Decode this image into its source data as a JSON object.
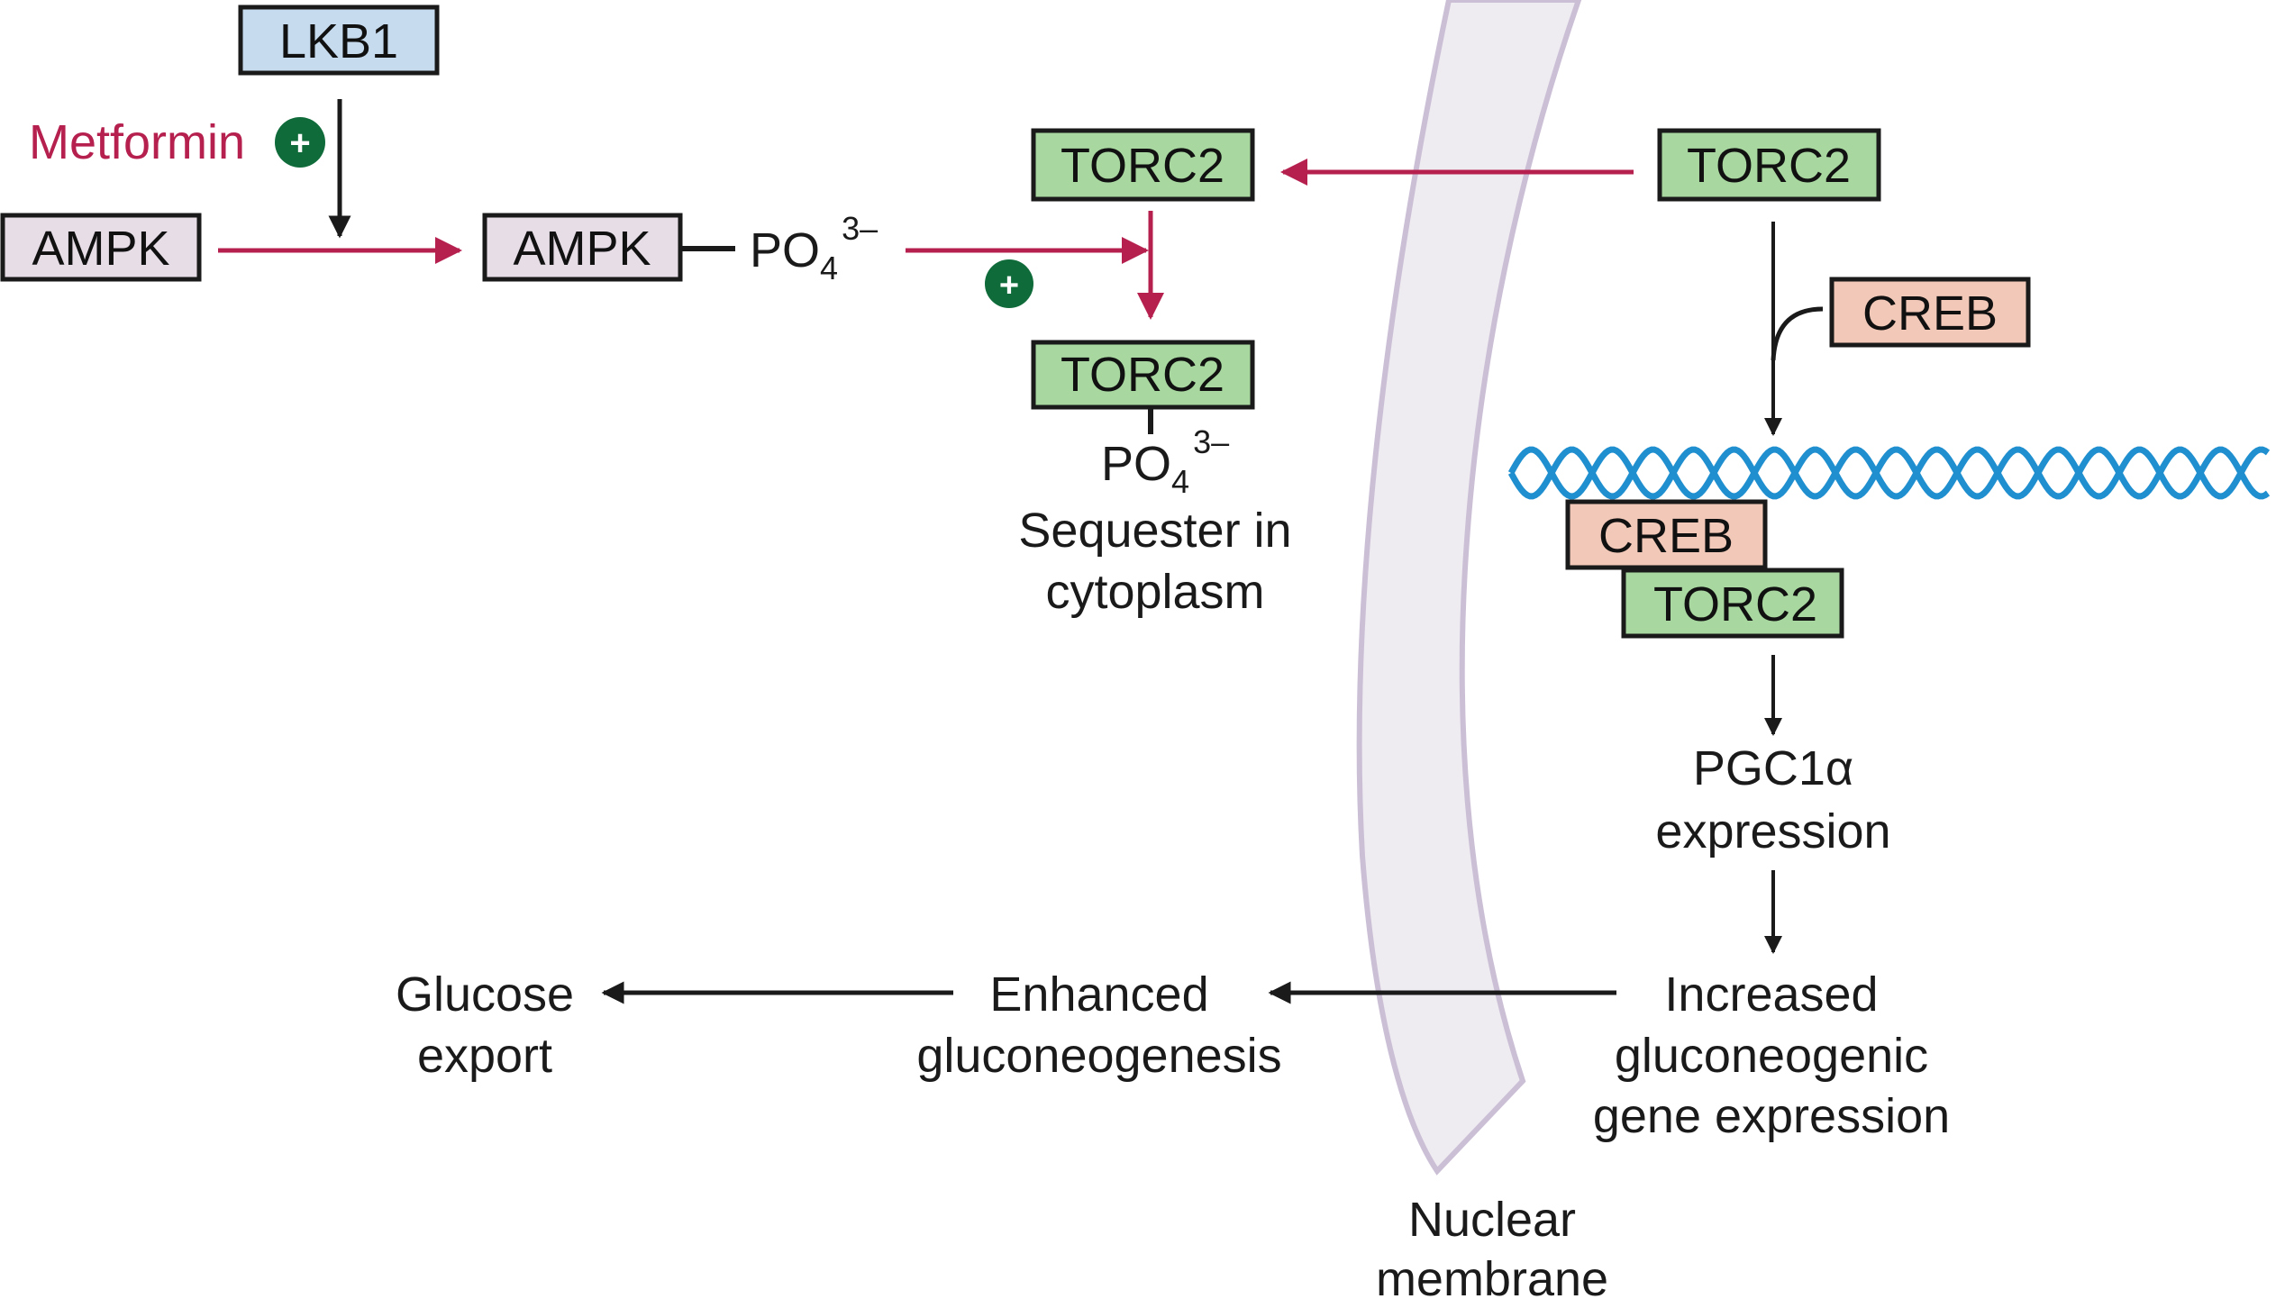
{
  "colors": {
    "lkb1_fill": "#c6dcee",
    "ampk_fill": "#e6dde6",
    "torc2_fill": "#a8d8a0",
    "creb_fill": "#f2c8b8",
    "activation_arrow": "#b5204f",
    "plus_circle": "#0f6b3a",
    "dna": "#1f8fcf",
    "membrane_fill": "#eeebf1",
    "membrane_edge": "#cbbfd6",
    "metformin_text": "#b5204f",
    "text": "#1a1a1a"
  },
  "nodes": {
    "lkb1": "LKB1",
    "metformin": "Metformin",
    "ampk_inactive": "AMPK",
    "ampk_active": "AMPK",
    "phosphate_1": {
      "base": "PO",
      "sub": "4",
      "sup": "3–"
    },
    "torc2_cytoplasm": "TORC2",
    "torc2_phosphorylated": "TORC2",
    "phosphate_2": {
      "base": "PO",
      "sub": "4",
      "sup": "3–"
    },
    "sequester_line1": "Sequester in",
    "sequester_line2": "cytoplasm",
    "torc2_nucleus": "TORC2",
    "creb_free": "CREB",
    "creb_bound": "CREB",
    "torc2_bound": "TORC2",
    "pgc1a_line1": "PGC1α",
    "pgc1a_line2": "expression",
    "increased_line1": "Increased",
    "increased_line2": "gluconeogenic",
    "increased_line3": "gene expression",
    "enhanced_line1": "Enhanced",
    "enhanced_line2": "gluconeogenesis",
    "glucose_line1": "Glucose",
    "glucose_line2": "export",
    "membrane_line1": "Nuclear",
    "membrane_line2": "membrane"
  },
  "plus_symbol": "+"
}
